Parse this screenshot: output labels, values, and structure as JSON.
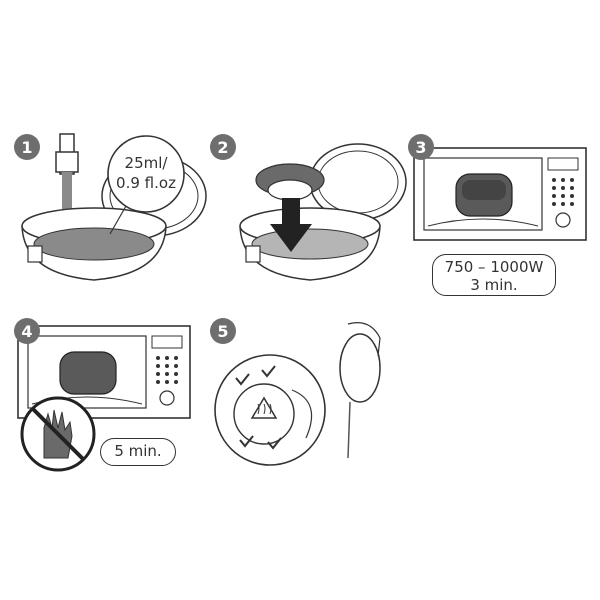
{
  "steps": [
    {
      "number": "1",
      "callout_line1": "25ml/",
      "callout_line2": "0.9 fl.oz"
    },
    {
      "number": "2"
    },
    {
      "number": "3",
      "power": "750 – 1000W",
      "time": "3 min."
    },
    {
      "number": "4",
      "time": "5 min.",
      "warning": "do-not-touch-icon"
    },
    {
      "number": "5",
      "icon": "hot-surface-icon"
    }
  ],
  "colors": {
    "badge": "#6e6e6e",
    "water": "#8a8a8a",
    "device": "#5a5a5a",
    "outline": "#333333"
  }
}
